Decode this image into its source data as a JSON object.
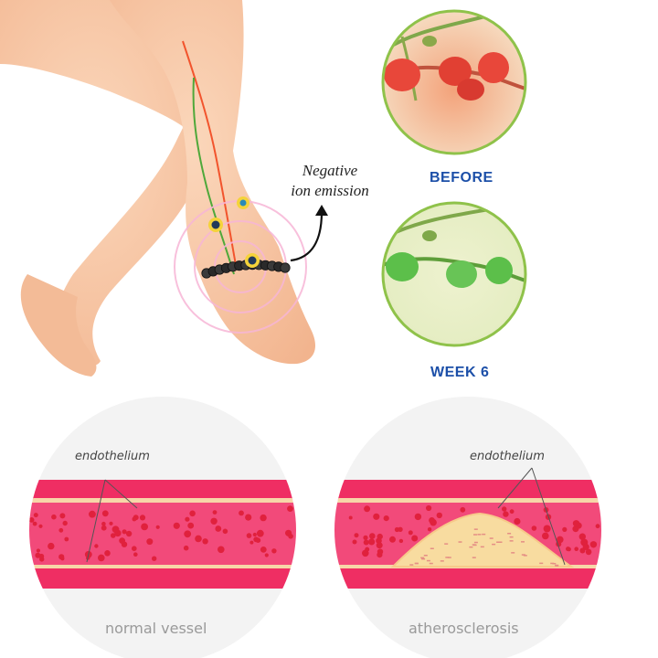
{
  "ion_label": {
    "line1": "Negative",
    "line2": "ion emission"
  },
  "circulation": {
    "before_label": "BEFORE",
    "after_label": "WEEK 6",
    "before_color": "#e8473a",
    "after_color": "#58b84a",
    "ring_color": "#8fc24a"
  },
  "vessels": {
    "normal": {
      "endothelium_label": "endothelium",
      "caption": "normal vessel"
    },
    "diseased": {
      "endothelium_label": "endothelium",
      "caption": "atherosclerosis"
    },
    "wall_color": "#ef2e63",
    "lumen_color": "#f24a7a",
    "plaque_color": "#f8dca0",
    "cell_color": "#e0213d"
  },
  "icons": [
    "leg-illustration",
    "bead-bracelet-icon",
    "ion-particle-icon",
    "curved-arrow-icon"
  ]
}
